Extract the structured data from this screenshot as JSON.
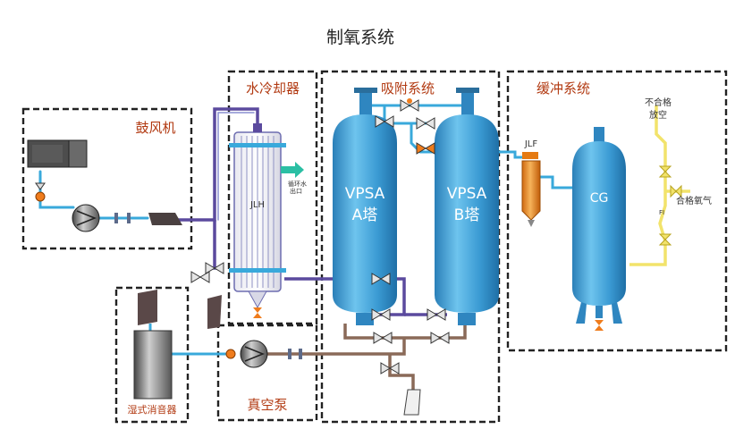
{
  "title": "制氧系统",
  "sections": {
    "blower": "鼓风机",
    "cooler": "水冷却器",
    "adsorption": "吸附系统",
    "buffer": "缓冲系统",
    "silencer": "湿式消音器",
    "vacuum_pump": "真空泵"
  },
  "equipment": {
    "jlh": "JLH",
    "cooling_water_out_line1": "循环水",
    "cooling_water_out_line2": "出口",
    "tower_a_line1": "VPSA",
    "tower_a_line2": "A塔",
    "tower_b_line1": "VPSA",
    "tower_b_line2": "B塔",
    "jlf": "JLF",
    "cg": "CG",
    "unqualified_line1": "不合格",
    "unqualified_line2": "放空",
    "qualified_oxygen": "合格氧气",
    "flow_tag": "FI"
  },
  "colors": {
    "water_pipe": "#39a9db",
    "air_pipe": "#5b4a9e",
    "vacuum_pipe": "#8a6a58",
    "oxygen_pipe": "#f2e36b",
    "vessel": "#3f9fd6",
    "frame": "#222222",
    "section_label": "#b23a12"
  }
}
